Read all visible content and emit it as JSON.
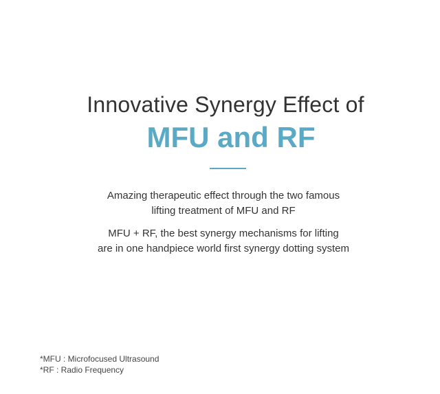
{
  "hero": {
    "title_line1": "Innovative Synergy Effect of",
    "title_line2": "MFU and RF",
    "accent_color": "#5aaac6"
  },
  "description": {
    "paragraph1": [
      "Amazing therapeutic effect through the two famous",
      "lifting treatment of MFU and RF"
    ],
    "paragraph2": [
      "MFU + RF, the best synergy mechanisms for lifting",
      "are in one handpiece world first synergy dotting system"
    ]
  },
  "footnotes": [
    "*MFU : Microfocused Ultrasound",
    "*RF : Radio Frequency"
  ]
}
